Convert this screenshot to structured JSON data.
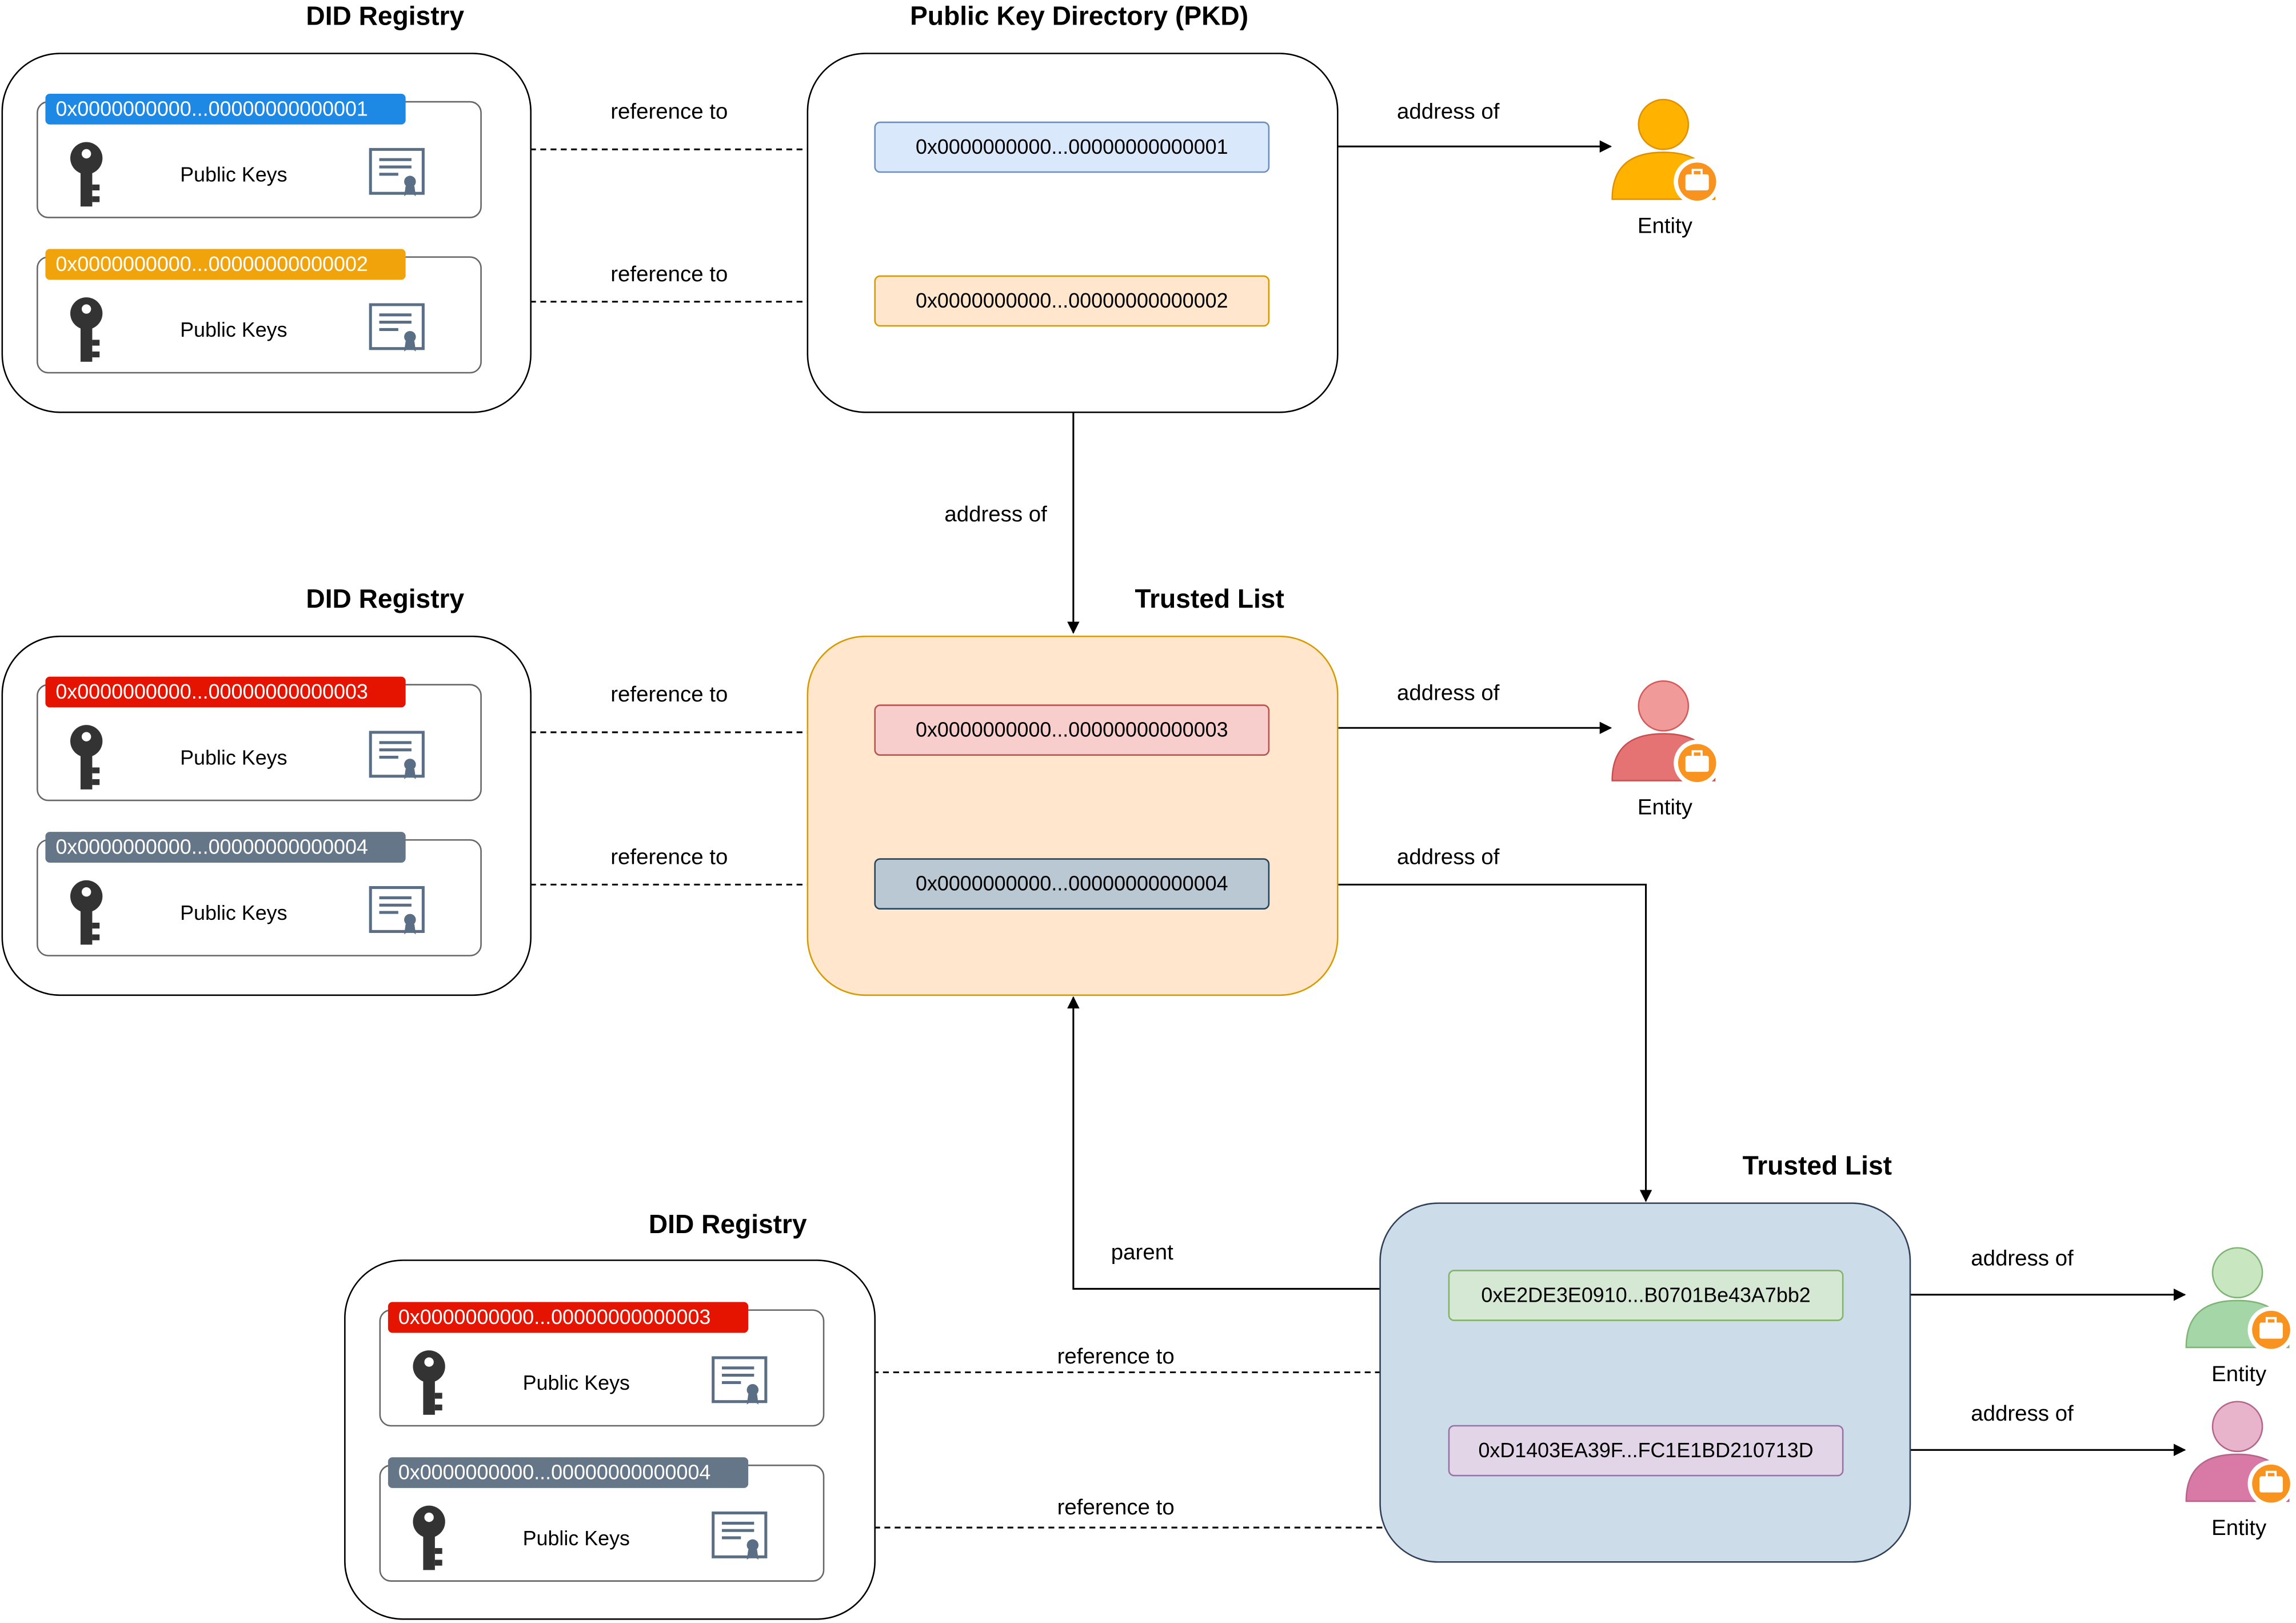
{
  "registry_top": {
    "title": "DID Registry",
    "cards": [
      {
        "address": "0x0000000000...00000000000001",
        "label": "Public Keys",
        "color": "#1e88e5"
      },
      {
        "address": "0x0000000000...00000000000002",
        "label": "Public Keys",
        "color": "#f0a30a"
      }
    ]
  },
  "pkd": {
    "title": "Public Key Directory (PKD)",
    "entries": [
      {
        "address": "0x0000000000...00000000000001",
        "fill": "#dae8fc",
        "stroke": "#6c8ebf"
      },
      {
        "address": "0x0000000000...00000000000002",
        "fill": "#ffe6cc",
        "stroke": "#d79b00"
      }
    ],
    "ref_labels": [
      "reference to",
      "reference to"
    ],
    "address_label_entity": "address of",
    "address_label_down": "address of"
  },
  "entity_top": {
    "label": "Entity",
    "color": "#ffb300"
  },
  "registry_middle": {
    "title": "DID Registry",
    "cards": [
      {
        "address": "0x0000000000...00000000000003",
        "label": "Public Keys",
        "color": "#e51400"
      },
      {
        "address": "0x0000000000...00000000000004",
        "label": "Public Keys",
        "color": "#647687"
      }
    ]
  },
  "trusted_list_1": {
    "title": "Trusted List",
    "entries": [
      {
        "address": "0x0000000000...00000000000003",
        "fill": "#f8cecc",
        "stroke": "#b85450"
      },
      {
        "address": "0x0000000000...00000000000004",
        "fill": "#bac8d3",
        "stroke": "#23445d"
      }
    ],
    "ref_labels": [
      "reference to",
      "reference to"
    ],
    "address_labels": [
      "address of",
      "address of"
    ]
  },
  "entity_middle": {
    "label": "Entity",
    "color": "#e57373"
  },
  "registry_bottom": {
    "title": "DID Registry",
    "cards": [
      {
        "address": "0x0000000000...00000000000003",
        "label": "Public Keys",
        "color": "#e51400"
      },
      {
        "address": "0x0000000000...00000000000004",
        "label": "Public Keys",
        "color": "#647687"
      }
    ]
  },
  "trusted_list_2": {
    "title": "Trusted List",
    "entries": [
      {
        "address": "0xE2DE3E0910...B0701Be43A7bb2",
        "fill": "#d5e8d4",
        "stroke": "#82b366"
      },
      {
        "address": "0xD1403EA39F...FC1E1BD210713D",
        "fill": "#e1d5e7",
        "stroke": "#9673a6"
      }
    ],
    "ref_labels": [
      "reference to",
      "reference to"
    ],
    "address_labels": [
      "address of",
      "address of"
    ],
    "parent_label": "parent"
  },
  "entity_bottom_1": {
    "label": "Entity",
    "color": "#a5d6a7"
  },
  "entity_bottom_2": {
    "label": "Entity",
    "color": "#e08cb0"
  },
  "icons": {
    "key": "key-icon",
    "certificate": "certificate-icon",
    "entity": "user-briefcase-icon"
  }
}
